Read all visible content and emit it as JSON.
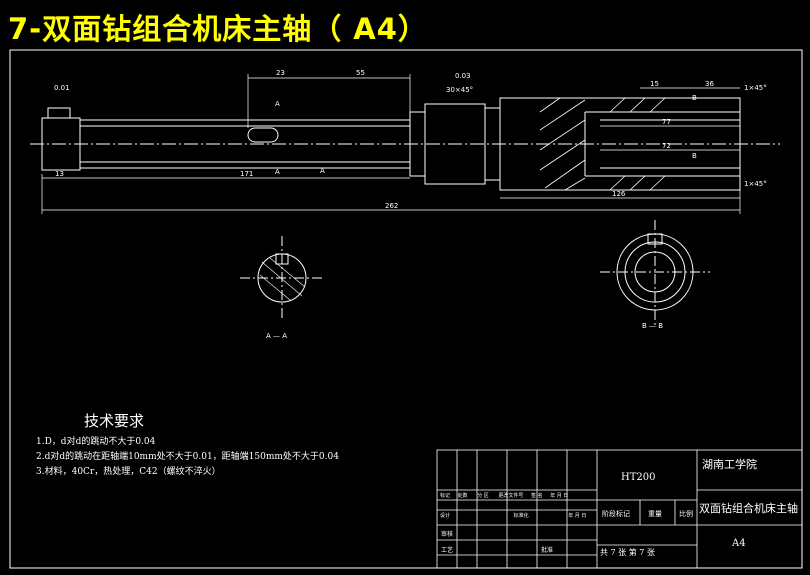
{
  "header": {
    "title": "7-双面钻组合机床主轴（ A4）"
  },
  "drawing": {
    "dims": {
      "d23": "23",
      "d55": "55",
      "d171": "171",
      "d13": "13",
      "d262": "262",
      "d126": "126",
      "d15": "15",
      "d36": "36",
      "d72": "72",
      "d77": "77",
      "chamfer1": "1×45°",
      "chamfer2": "1×45°",
      "angle": "30×45°"
    },
    "tolerances": {
      "t1": "0.01",
      "t2": "0.03"
    },
    "section_labels": {
      "aa": "A — A",
      "bb": "B — B",
      "a1": "A",
      "a2": "A",
      "b1": "B",
      "b2": "B",
      "circle": "A"
    }
  },
  "notes": {
    "heading": "技术要求",
    "lines": [
      "1.D，d对d的跳动不大于0.04",
      "2.d对d的跳动在距轴端10mm处不大于0.01，距轴端150mm处不大于0.04",
      "3.材料，40Cr，热处理，C42（螺纹不淬火）"
    ]
  },
  "title_block": {
    "material": "HT200",
    "school": "湖南工学院",
    "part_name": "双面钻组合机床主轴",
    "sheet_size": "A4",
    "cells": {
      "r1": [
        "标记",
        "处数",
        "分 区",
        "更改文件号",
        "签 名",
        "年 月 日"
      ],
      "r2a": [
        "设计",
        "标准化",
        "年 月 日"
      ],
      "stage": "阶段标记",
      "weight": "重量",
      "scale": "比例",
      "review": "审核",
      "process": "工艺",
      "approve": "批准",
      "sheets": "共 7 张 第 7 张"
    }
  },
  "colors": {
    "background": "#000000",
    "lines": "#ffffff",
    "title": "#ffff00",
    "hatch": "#ffffff"
  }
}
